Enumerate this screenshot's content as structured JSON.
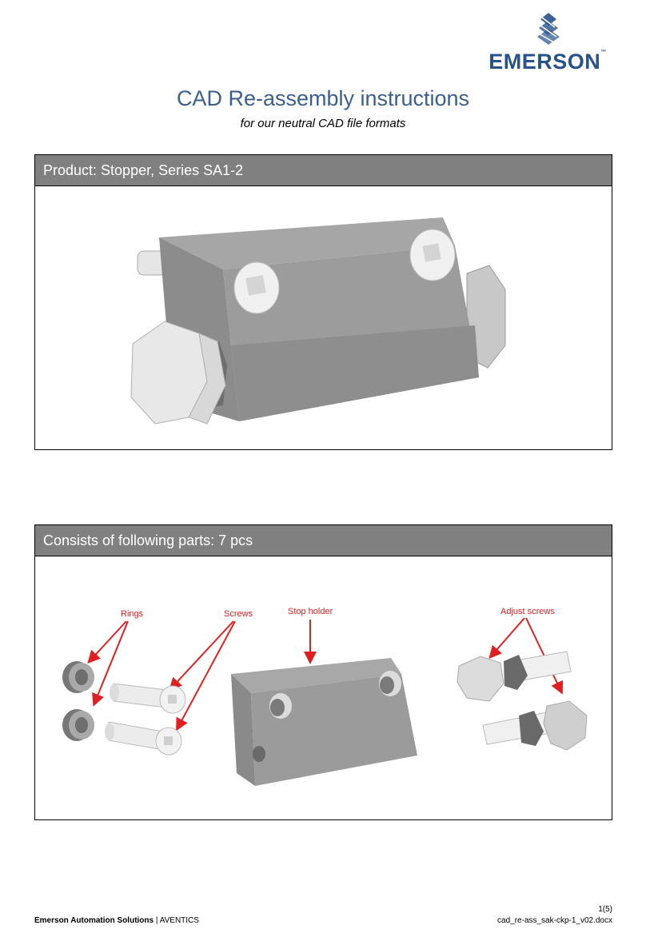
{
  "brand": {
    "name": "EMERSON",
    "tm": "™",
    "colors": {
      "blue": "#27528c",
      "title_blue": "#3b5f8a",
      "header_gray": "#808080",
      "callout_red": "#e02020"
    }
  },
  "title": "CAD Re-assembly instructions",
  "subtitle": "for our neutral CAD file formats",
  "product_section": {
    "header": "Product: Stopper, Series SA1-2"
  },
  "parts_section": {
    "header": "Consists of following parts: 7 pcs",
    "labels": {
      "rings": "Rings",
      "screws": "Screws",
      "stop_holder": "Stop holder",
      "adjust_screws": "Adjust screws"
    }
  },
  "footer": {
    "company": "Emerson Automation Solutions",
    "separator": " | ",
    "division": "AVENTICS",
    "page": "1(5)",
    "filename": "cad_re-ass_sak-ckp-1_v02.docx"
  }
}
